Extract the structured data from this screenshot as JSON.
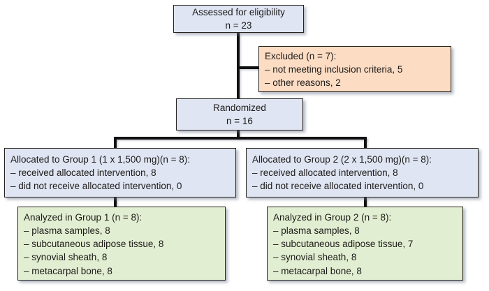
{
  "diagram": {
    "assessed": {
      "line1": "Assessed for eligibility",
      "line2": "n = 23"
    },
    "excluded": {
      "title": "Excluded (n = 7):",
      "items": [
        "– not meeting inclusion criteria, 5",
        "– other reasons, 2"
      ]
    },
    "randomized": {
      "line1": "Randomized",
      "line2": "n = 16"
    },
    "group1_allocation": {
      "title": "Allocated to Group 1 (1 x 1,500 mg)(n = 8):",
      "items": [
        "– received allocated intervention, 8",
        "– did not receive allocated intervention, 0"
      ]
    },
    "group2_allocation": {
      "title": "Allocated to Group 2 (2 x 1,500 mg)(n = 8):",
      "items": [
        "– received allocated intervention, 8",
        "– did not receive allocated intervention, 0"
      ]
    },
    "group1_analysis": {
      "title": "Analyzed in Group 1 (n = 8):",
      "items": [
        "– plasma samples, 8",
        "– subcutaneous adipose tissue, 8",
        "– synovial sheath, 8",
        "– metacarpal bone, 8"
      ]
    },
    "group2_analysis": {
      "title": "Analyzed in Group 2 (n = 8):",
      "items": [
        "– plasma samples, 8",
        "– subcutaneous adipose tissue, 7",
        "– synovial sheath, 8",
        "– metacarpal bone, 8"
      ]
    }
  },
  "colors": {
    "background": "#ffffff",
    "box_blue": "#dfe5f2",
    "box_peach": "#fcdcc3",
    "box_green": "#e2eed1",
    "border": "#26221f",
    "connector": "#111111",
    "text": "#1c1a19"
  }
}
